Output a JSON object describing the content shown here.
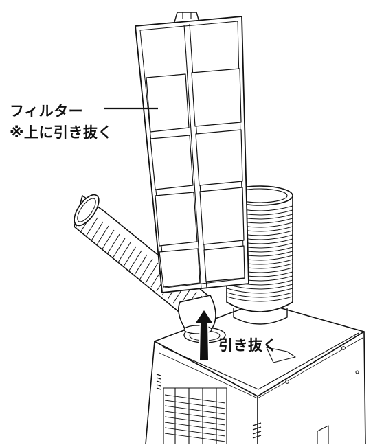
{
  "labels": {
    "filter": "フィルター",
    "filter_note": "※上に引き抜く",
    "pull_out": "引き抜く"
  },
  "icons": {
    "arrow": "up-arrow-icon"
  },
  "colors": {
    "line": "#111111",
    "background": "#ffffff"
  }
}
